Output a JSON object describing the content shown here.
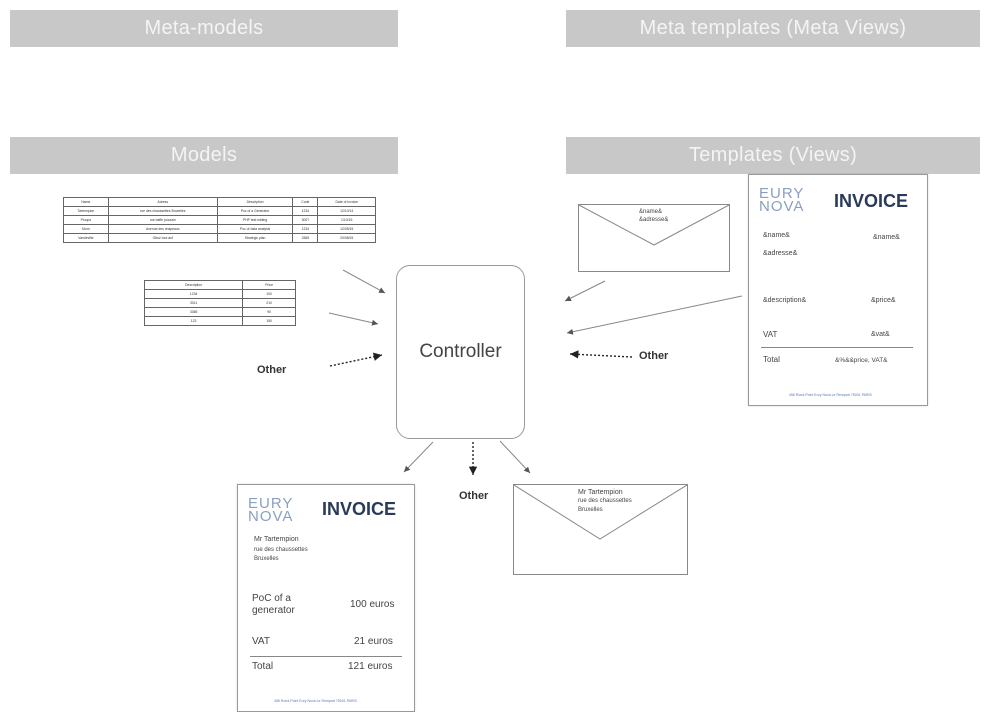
{
  "headers": {
    "meta_models": "Meta-models",
    "meta_templates": "Meta templates (Meta Views)",
    "models": "Models",
    "templates": "Templates (Views)"
  },
  "table1": {
    "columns": [
      "Name",
      "Adress",
      "Description",
      "Code",
      "Date of invoice"
    ],
    "rows": [
      [
        "Tartempion",
        "rue des chaussettes Bruxelles",
        "Poc of a Generator",
        "1234",
        "12/10/14"
      ],
      [
        "Pluqoz",
        "rue baffe puzzain",
        "PHP test editing",
        "3007",
        "1/10/15"
      ],
      [
        "Morn",
        "Avenue des chapeaux",
        "Poc of data analysis",
        "1234",
        "12/05/15"
      ],
      [
        "Vandeville",
        "Ottoz tout auf",
        "Strategic plan",
        "3365",
        "20/08/15"
      ]
    ]
  },
  "table2": {
    "columns": [
      "Description",
      "Price"
    ],
    "rows": [
      [
        "1234",
        "100"
      ],
      [
        "3011",
        "210"
      ],
      [
        "3365",
        "90"
      ],
      [
        "123",
        "150"
      ]
    ]
  },
  "controller_label": "Controller",
  "other_label": "Other",
  "template_invoice": {
    "logo_line1": "EURY",
    "logo_line2": "NOVA",
    "title": "INVOICE",
    "name": "&name&",
    "address": "&adresse&",
    "name_right": "&name&",
    "description": "&description&",
    "price": "&price&",
    "vat_label": "VAT",
    "vat_value": "&vat&",
    "total_label": "Total",
    "total_value": "&%&&price, VAT&",
    "footer": "456 Rond-Point Eury Nova Le Rempart 75001 PARIS"
  },
  "template_envelope": {
    "line1": "&name&",
    "line2": "&adresse&"
  },
  "output_invoice": {
    "logo_line1": "EURY",
    "logo_line2": "NOVA",
    "title": "INVOICE",
    "name": "Mr Tartempion",
    "address1": "rue des chaussettes",
    "address2": "Bruxelles",
    "desc1": "PoC of a",
    "desc2": "generator",
    "price": "100 euros",
    "vat_label": "VAT",
    "vat_value": "21 euros",
    "total_label": "Total",
    "total_value": "121 euros",
    "footer": "456 Rond-Point Eury Nova Le Rempart 75001 PARIS"
  },
  "output_envelope": {
    "line1": "Mr Tartempion",
    "line2": "rue des chaussettes",
    "line3": "Bruxelles"
  }
}
